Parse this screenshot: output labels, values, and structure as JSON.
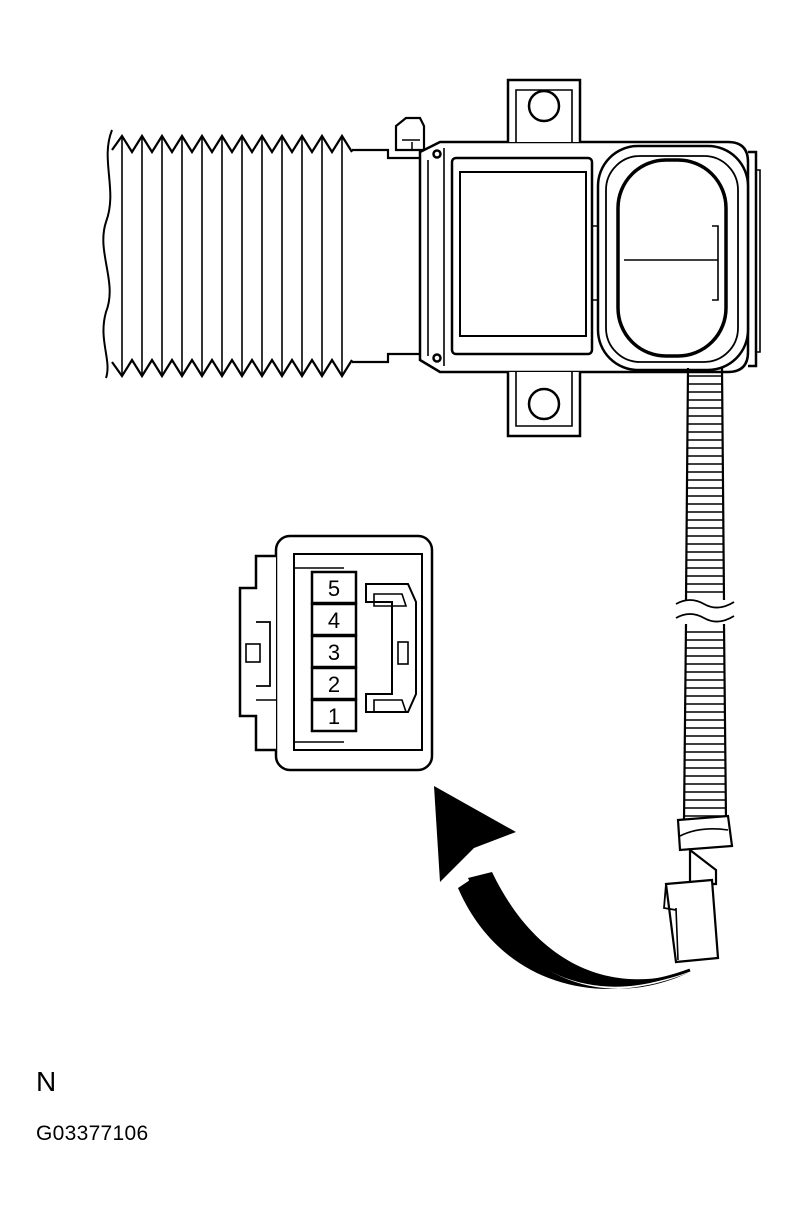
{
  "connector": {
    "pins": [
      "5",
      "4",
      "3",
      "2",
      "1"
    ]
  },
  "view_label": "N",
  "figure_code": "G03377106"
}
